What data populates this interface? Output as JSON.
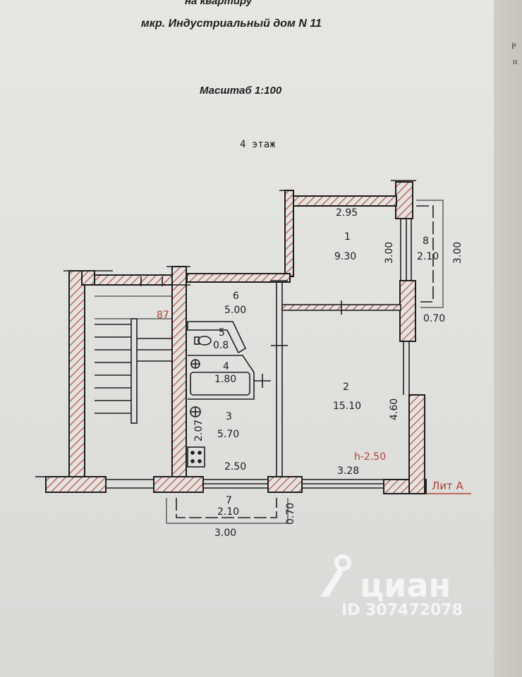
{
  "header": {
    "line_top": "на квартиру",
    "address": "мкр. Индустриальный дом N 11",
    "scale": "Масштаб 1:100",
    "floor": "4 этаж"
  },
  "edge_text": [
    "Р",
    "п"
  ],
  "rooms": [
    {
      "number": "1",
      "area": "9.30"
    },
    {
      "number": "2",
      "area": "15.10"
    },
    {
      "number": "3",
      "area": "5.70"
    },
    {
      "number": "4",
      "area": "1.80"
    },
    {
      "number": "5",
      "area": "0.8"
    },
    {
      "number": "6",
      "area": "5.00"
    },
    {
      "number": "7",
      "area": "2.10"
    },
    {
      "number": "8",
      "area": "2.10"
    }
  ],
  "dimensions": {
    "room1_width": "2.95",
    "room1_depth": "3.00",
    "balcony_outer": "3.00",
    "balcony_depth_right": "0.70",
    "room2_depth": "4.60",
    "room2_width": "3.28",
    "room3_depth": "2.07",
    "kitchen_width": "2.50",
    "balcony_bottom_width": "3.00",
    "balcony_bottom_depth": "0.70"
  },
  "marks": {
    "stair_number": "87",
    "height": "h-2.50",
    "lit": "Лит А"
  },
  "watermark": {
    "brand": "циан",
    "id": "ID 307472078"
  },
  "colors": {
    "line": "#1e1e1e",
    "red_marks": "#b6403a",
    "paper": "#e3e3df"
  }
}
